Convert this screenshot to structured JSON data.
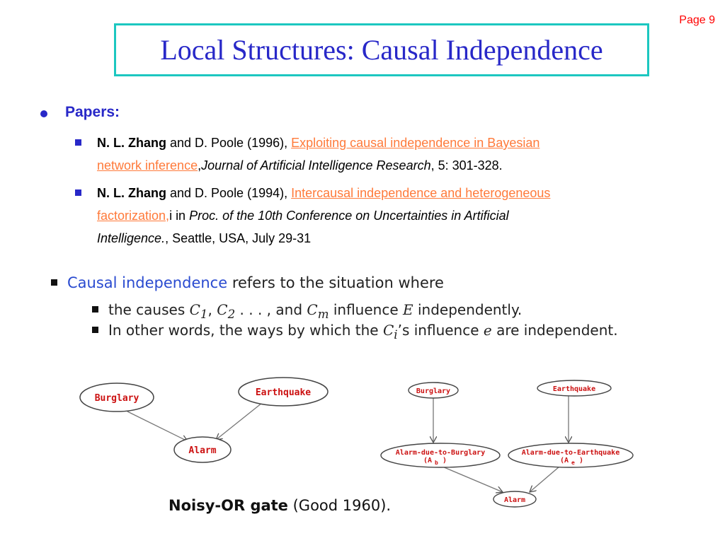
{
  "page": "Page 9",
  "title": "Local Structures: Causal Independence",
  "papers_label": "Papers:",
  "refs": [
    {
      "author_bold": "N. L. Zhang",
      "author_rest": " and D. Poole (1996), ",
      "link1": "Exploiting causal independence in Bayesian",
      "link2": "network inference",
      "after_link": ",",
      "journal": "Journal of Artificial Intelligence Research",
      "tail": ", 5: 301-328."
    },
    {
      "author_bold": "N. L. Zhang",
      "author_rest": " and D. Poole (1994), ",
      "link1": "Intercausal independence and heterogeneous",
      "link2": "factorization,",
      "after_link": "i in ",
      "journal1": "Proc. of the 10th Conference on Uncertainties in Artificial",
      "journal2": "Intelligence.",
      "tail": ", Seattle, USA, July 29-31"
    }
  ],
  "causal": {
    "term": "Causal independence",
    "rest": " refers to the situation where",
    "sub1": {
      "pre": "the causes ",
      "c1": "C",
      "c1_sub": "1",
      "c2": "C",
      "c2_sub": "2",
      "mid": " . . . , and ",
      "cm": "C",
      "cm_sub": "m",
      "post": " influence ",
      "e": "E",
      "end": " independently."
    },
    "sub2": {
      "pre": "In other words, the ways by which the ",
      "ci": "C",
      "ci_sub": "i",
      "post": "’s influence ",
      "e": "e",
      "end": " are independent."
    }
  },
  "diagram_left": {
    "burglary": "Burglary",
    "earthquake": "Earthquake",
    "alarm": "Alarm"
  },
  "diagram_right": {
    "burglary": "Burglary",
    "earthquake": "Earthquake",
    "ab_line1": "Alarm-due-to-Burglary",
    "ab_line2": "(A",
    "ab_sub": "b",
    "ab_close": ")",
    "ae_line1": "Alarm-due-to-Earthquake",
    "ae_line2": "(A",
    "ae_sub": "e",
    "ae_close": ")",
    "alarm": "Alarm"
  },
  "caption": {
    "bold": "Noisy-OR gate",
    "rest": " (Good 1960)."
  },
  "colors": {
    "title": "#2828c8",
    "page": "#ff0000",
    "border": "#1cc7c0",
    "link": "#ff7a3a",
    "node_text": "#cc1111"
  }
}
